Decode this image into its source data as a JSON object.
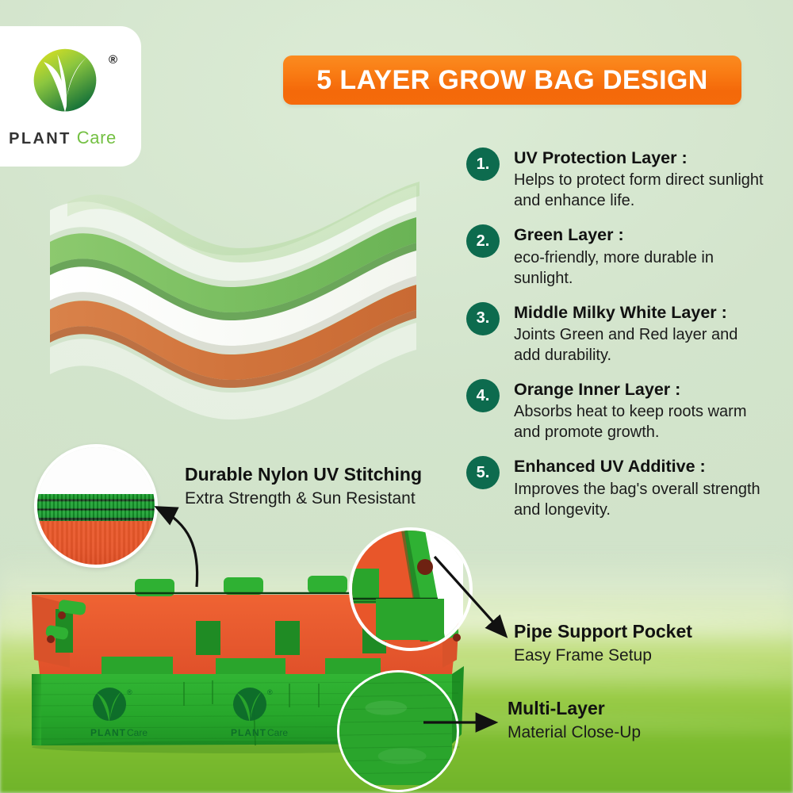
{
  "brand": {
    "name_bold": "PLANT",
    "name_light": "Care",
    "registered_mark": "®",
    "logo_icon": "leaf-circle-logo"
  },
  "header": {
    "title": "5 LAYER GROW BAG DESIGN",
    "banner_color": "#f87414"
  },
  "colors": {
    "background": "#d4e6cd",
    "badge_green": "#0d6b4e",
    "accent_orange": "#f87414",
    "grass_green": "#7ebd2a",
    "bag_green": "#2aa52c",
    "bag_orange": "#e8562a"
  },
  "layers_illustration": {
    "name": "five-layer-material-stack",
    "layers": [
      {
        "index": 1,
        "label": "UV Protection Layer",
        "color": "#ffffff",
        "opacity": 0.55
      },
      {
        "index": 2,
        "label": "Green Layer",
        "color": "#7cc062",
        "opacity": 1
      },
      {
        "index": 3,
        "label": "Middle Milky White Layer",
        "color": "#ffffff",
        "opacity": 1
      },
      {
        "index": 4,
        "label": "Orange Inner Layer",
        "color": "#d4773f",
        "opacity": 1
      },
      {
        "index": 5,
        "label": "Enhanced UV Additive",
        "color": "#ffffff",
        "opacity": 0.4
      }
    ]
  },
  "features": [
    {
      "number": "1.",
      "title": "UV Protection Layer :",
      "description": "Helps to protect form direct sunlight and enhance life."
    },
    {
      "number": "2.",
      "title": "Green Layer :",
      "description": "eco-friendly, more durable in sunlight."
    },
    {
      "number": "3.",
      "title": "Middle Milky White Layer  :",
      "description": "Joints Green and Red layer and add durability."
    },
    {
      "number": "4.",
      "title": "Orange Inner Layer :",
      "description": "Absorbs heat to keep roots warm and promote growth."
    },
    {
      "number": "5.",
      "title": "Enhanced UV Additive :",
      "description": "Improves the bag's overall strength and longevity."
    }
  ],
  "annotations": [
    {
      "id": "stitching",
      "title": "Durable Nylon UV Stitching",
      "subtitle": "Extra Strength & Sun Resistant",
      "arrow": "curved-arrow-left"
    },
    {
      "id": "pipe-pocket",
      "title": "Pipe Support Pocket",
      "subtitle": "Easy Frame Setup",
      "arrow": "diagonal-arrow-down-right"
    },
    {
      "id": "multi-layer",
      "title": "Multi-Layer",
      "subtitle": "Material Close-Up",
      "arrow": "straight-arrow-right"
    }
  ],
  "product_photo": {
    "name": "rectangular-grow-bag",
    "printed_logo_count": 2,
    "printed_logo_text_bold": "PLANT",
    "printed_logo_text_light": "Care"
  }
}
